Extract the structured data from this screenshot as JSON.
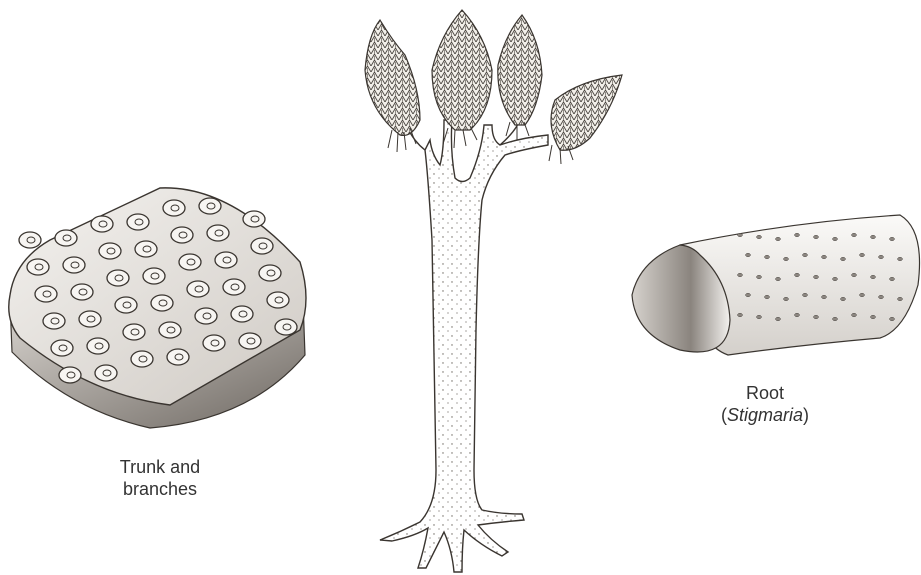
{
  "labels": {
    "trunk_line1": "Trunk and",
    "trunk_line2": "branches",
    "root_line1": "Root",
    "root_open_paren": "(",
    "root_genus": "Stigmaria",
    "root_close_paren": ")"
  },
  "colors": {
    "ink": "#3a3530",
    "paper": "#ffffff",
    "shade": "#b9b4ae",
    "text": "#333333"
  }
}
